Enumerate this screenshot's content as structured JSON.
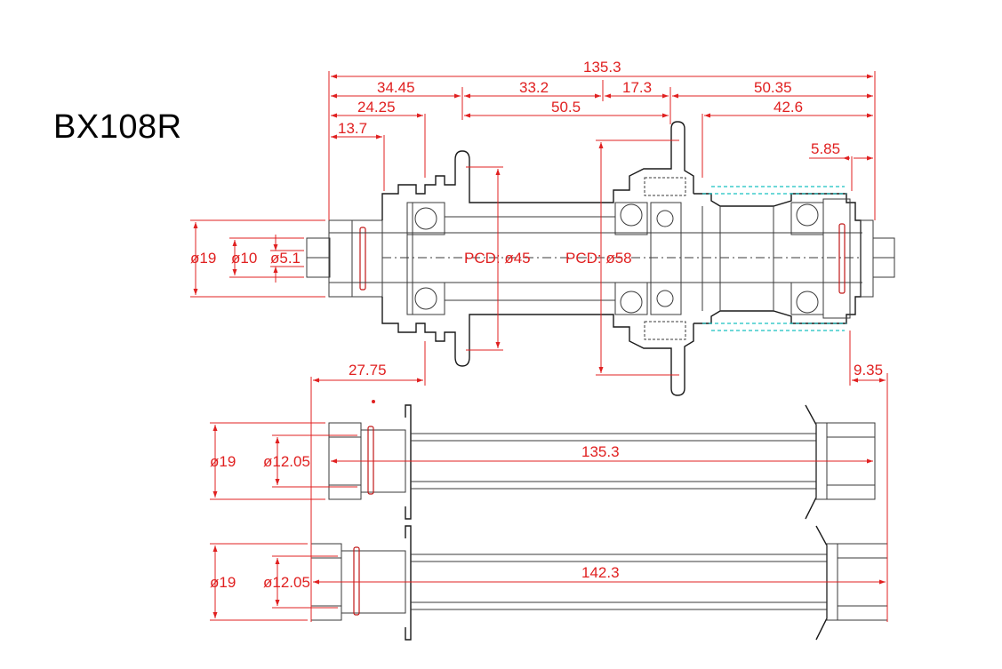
{
  "title": "BX108R",
  "dims": {
    "overall": "135.3",
    "d3445": "34.45",
    "d332": "33.2",
    "d173": "17.3",
    "d5035": "50.35",
    "d2425": "24.25",
    "d505": "50.5",
    "d426": "42.6",
    "d137": "13.7",
    "d585": "5.85",
    "dia19": "ø19",
    "dia10": "ø10",
    "dia51": "ø5.1",
    "pcd45": "PCD: ø45",
    "pcd58": "PCD: ø58",
    "d2775": "27.75",
    "d935": "9.35",
    "axle1_dia19": "ø19",
    "axle1_dia1205": "ø12.05",
    "axle1_len": "135.3",
    "axle2_dia19": "ø19",
    "axle2_dia1205": "ø12.05",
    "axle2_len": "142.3"
  }
}
